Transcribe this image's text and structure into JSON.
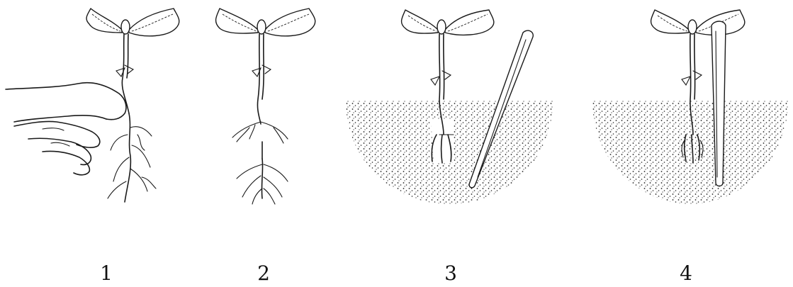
{
  "steps": [
    {
      "label": "1",
      "icon": "hand-holding-seedling-icon"
    },
    {
      "label": "2",
      "icon": "seedling-root-cut-icon"
    },
    {
      "label": "3",
      "icon": "seedling-in-soil-with-dibber-icon"
    },
    {
      "label": "4",
      "icon": "seedling-planted-dibber-icon"
    }
  ],
  "colors": {
    "ink": "#1a1a1a",
    "background": "#ffffff"
  }
}
